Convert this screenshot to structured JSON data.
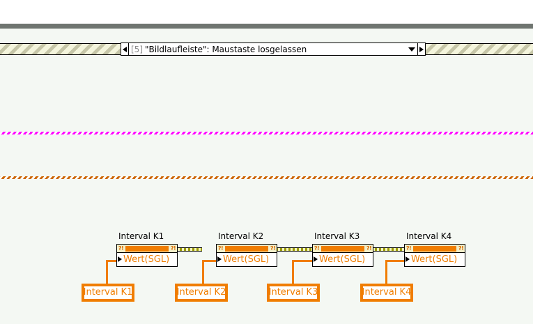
{
  "window": {
    "background_color": "#f4f8f3",
    "toolbar_bar_color": "#6f7570"
  },
  "event_structure": {
    "band_color_base": "#f4f5dc",
    "band_color_stripe": "#c6c6a8",
    "selector": {
      "index_label": "[5]",
      "case_label": "\"Bildlaufleiste\": Maustaste losgelassen",
      "left_arrow_icon": "triangle-left-icon",
      "right_arrow_icon": "triangle-right-icon",
      "dropdown_icon": "chevron-down-icon"
    }
  },
  "marquee_wires": [
    {
      "name": "selection-wire-magenta",
      "color": "#ff00ff"
    },
    {
      "name": "selection-wire-orange",
      "color": "#cc6600"
    }
  ],
  "property_nodes": [
    {
      "caption": "Interval K1",
      "property": "Wert(SGL)",
      "qm_left": "?!",
      "qm_right": "?!"
    },
    {
      "caption": "Interval K2",
      "property": "Wert(SGL)",
      "qm_left": "?!",
      "qm_right": "?!"
    },
    {
      "caption": "Interval K3",
      "property": "Wert(SGL)",
      "qm_left": "?!",
      "qm_right": "?!"
    },
    {
      "caption": "Interval K4",
      "property": "Wert(SGL)",
      "qm_left": "?!",
      "qm_right": "?!"
    }
  ],
  "terminals": [
    {
      "label": "Interval K1"
    },
    {
      "label": "Interval K2"
    },
    {
      "label": "Interval K3"
    },
    {
      "label": "Interval K4"
    }
  ],
  "colors": {
    "wire_orange": "#f07d00",
    "node_bar_orange": "#f07d00",
    "node_title_bg": "#f2efc9",
    "ref_wire_dark": "#9a9a00",
    "ref_wire_light": "#f7f7c0"
  }
}
